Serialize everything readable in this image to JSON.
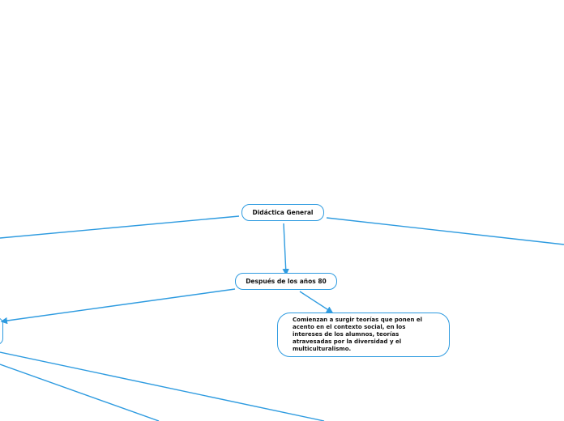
{
  "diagram": {
    "accent_color": "#2e9be0",
    "nodes": {
      "root": {
        "label": "Didáctica General"
      },
      "after80": {
        "label": "Después de los años 80"
      },
      "theories": {
        "label": "Comienzan a surgir teorías que ponen el acento en el contexto social, en los intereses de los alumnos, teorías atravesadas por la diversidad y el multiculturalismo."
      }
    }
  }
}
